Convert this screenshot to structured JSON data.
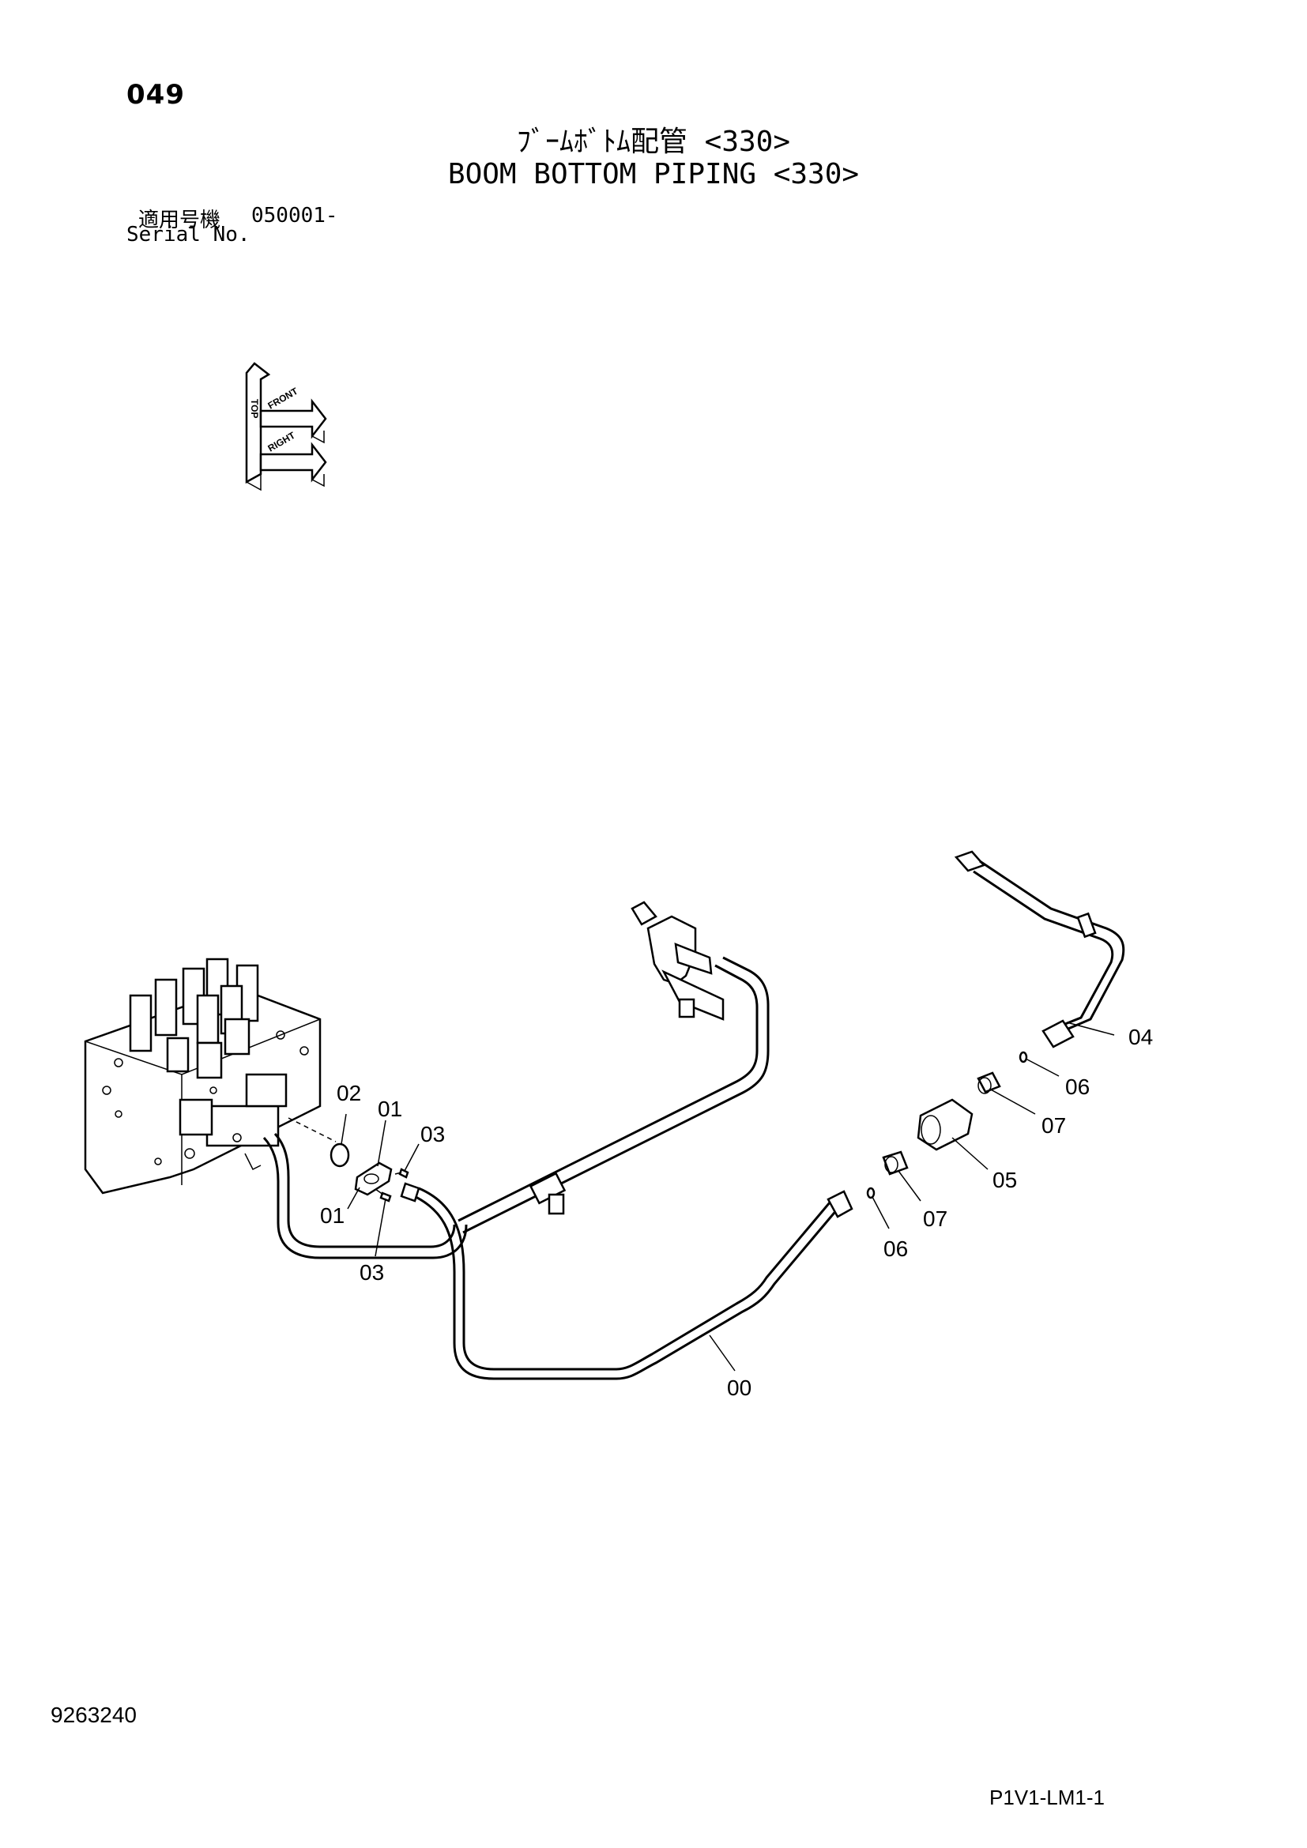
{
  "header": {
    "page_number": "049",
    "title_jp": "ﾌﾞｰﾑﾎﾞﾄﾑ配管 <330>",
    "title_en": "BOOM BOTTOM PIPING <330>"
  },
  "serial": {
    "label_jp": "適用号機",
    "range": "050001-",
    "label_en": "Serial No."
  },
  "orientation_icon": {
    "labels": [
      "TOP",
      "FRONT",
      "RIGHT"
    ]
  },
  "callouts": {
    "part_00": "00",
    "part_01_upper": "01",
    "part_01_lower": "01",
    "part_02": "02",
    "part_03_upper": "03",
    "part_03_lower": "03",
    "part_04": "04",
    "part_05": "05",
    "part_06_upper": "06",
    "part_06_lower": "06",
    "part_07_upper": "07",
    "part_07_lower": "07"
  },
  "footer": {
    "doc_number": "9263240",
    "sheet_code": "P1V1-LM1-1"
  }
}
